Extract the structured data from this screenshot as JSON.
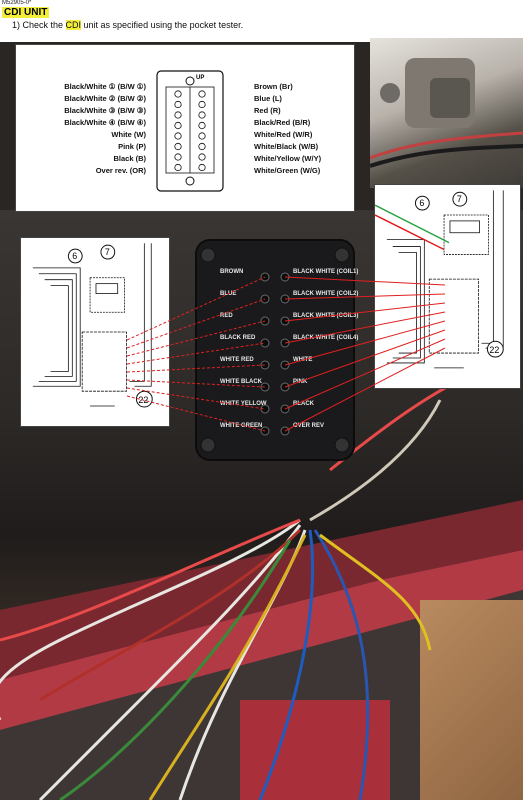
{
  "header": {
    "ref_code": "M52905-0*",
    "title": "CDI UNIT",
    "step_prefix": "1) Check the ",
    "step_highlight": "CDI",
    "step_suffix": " unit as specified using the pocket tester."
  },
  "terminal_diagram": {
    "left_labels": [
      "Black/White ① (B/W ①)",
      "Black/White ② (B/W ②)",
      "Black/White ③ (B/W ③)",
      "Black/White ④ (B/W ④)",
      "White (W)",
      "Pink (P)",
      "Black (B)",
      "Over rev. (OR)"
    ],
    "right_labels": [
      "Brown (Br)",
      "Blue (L)",
      "Red (R)",
      "Black/Red (B/R)",
      "White/Red (W/R)",
      "White/Black (W/B)",
      "White/Yellow (W/Y)",
      "White/Green (W/G)"
    ],
    "up_mark": "UP"
  },
  "cdi_labels": {
    "left": [
      "BROWN",
      "BLUE",
      "RED",
      "BLACK RED",
      "WHITE RED",
      "WHITE BLACK",
      "WHITE YELLOW",
      "WHITE GREEN"
    ],
    "right": [
      "BLACK WHITE (COIL1)",
      "BLACK WHITE (COIL2)",
      "BLACK WHITE (COIL3)",
      "BLACK WHITE (COIL4)",
      "WHITE",
      "PINK",
      "BLACK",
      "OVER REV"
    ]
  },
  "schematic": {
    "callouts": [
      "6",
      "7",
      "22"
    ]
  },
  "colors": {
    "highlight": "#f2ee3a",
    "leader_red": "#e02020",
    "cowling_red": "#a0303a"
  }
}
